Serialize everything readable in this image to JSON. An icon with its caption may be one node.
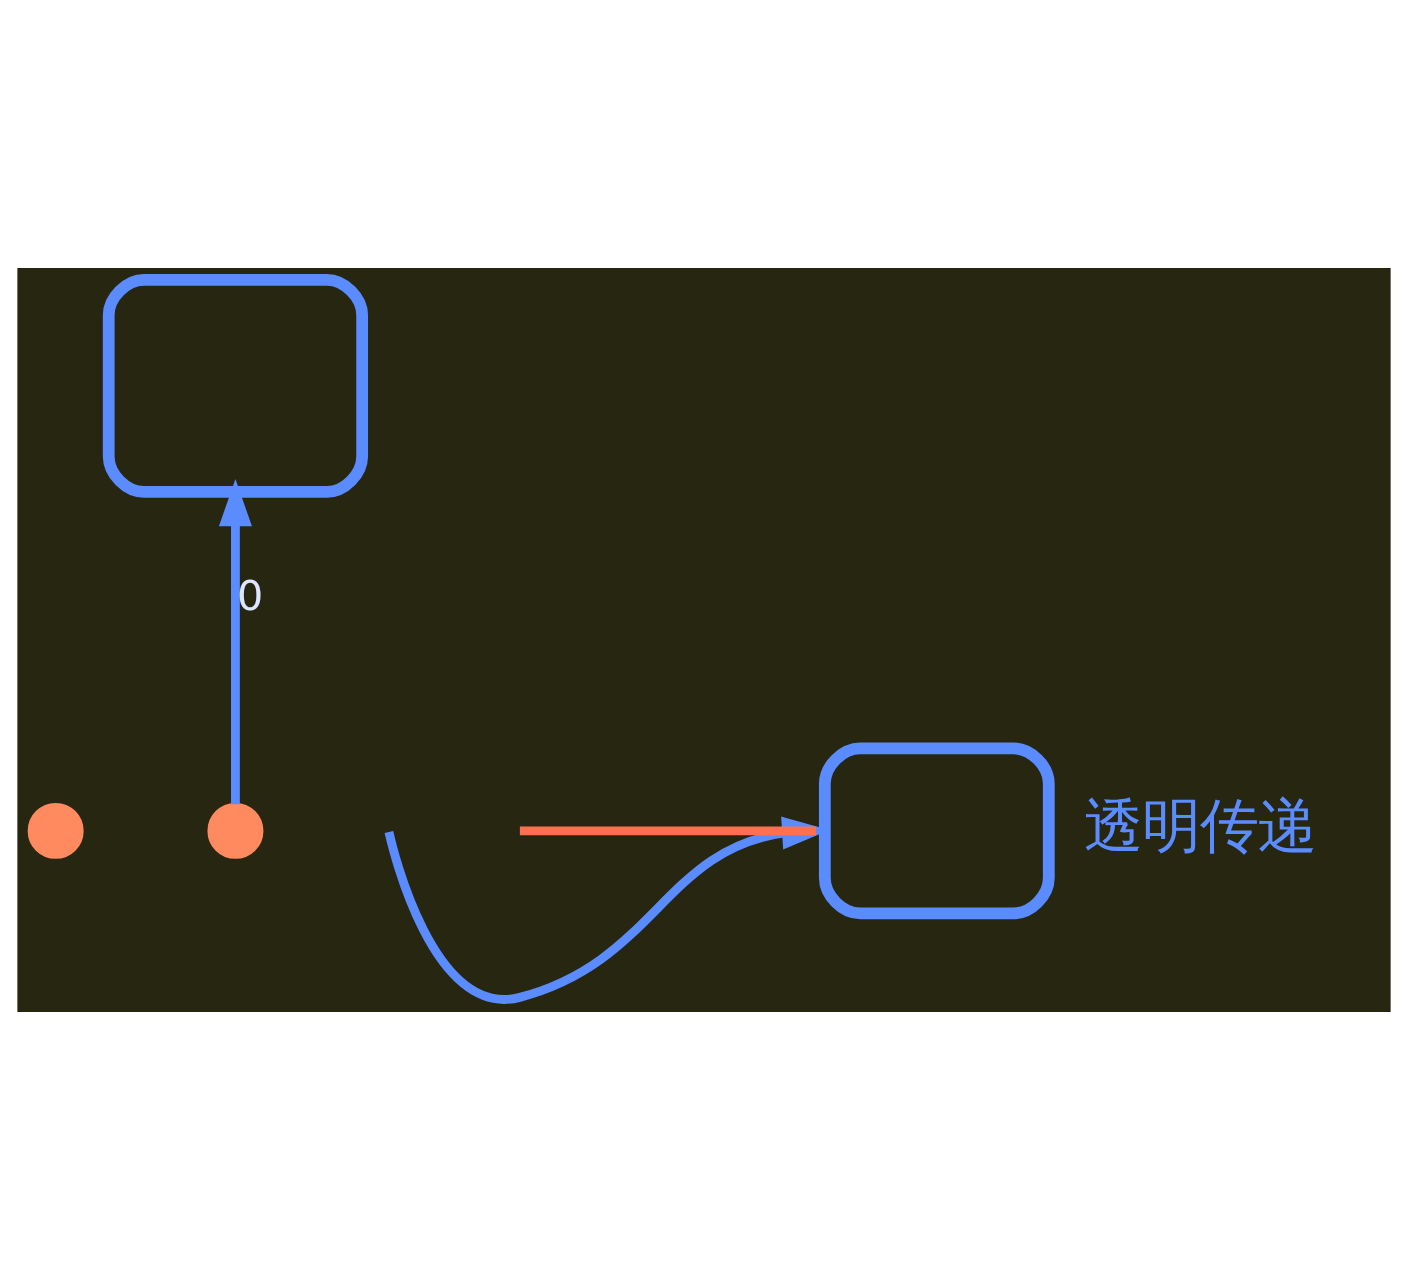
{
  "diagram": {
    "nodes": [
      {
        "text": [],
        "shape": "circle"
      },
      {
        "text": [],
        "shape": "box"
      },
      {
        "text": [],
        "shape": "circle"
      },
      {
        "text": [],
        "shape": "box",
        "beside": [
          "透明传递"
        ]
      }
    ],
    "edges": [
      {
        "from": 2,
        "to": 1,
        "arrow": "to",
        "label": "0"
      },
      {
        "from": null,
        "to": 3,
        "arrow": "to"
      },
      {
        "from": null,
        "to": 3,
        "arrow": "to",
        "color": "#ff7050"
      }
    ]
  }
}
